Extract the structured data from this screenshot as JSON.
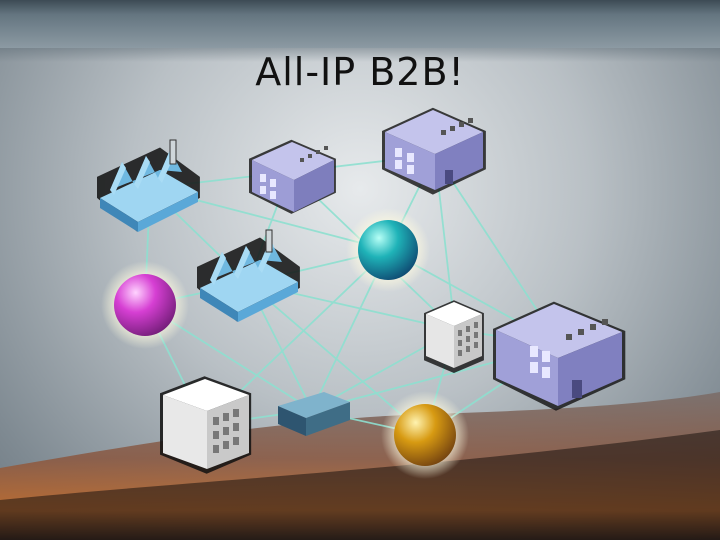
{
  "slide": {
    "title": "All-IP B2B!"
  },
  "nodes": [
    {
      "id": "factory-1",
      "icon": "factory-icon"
    },
    {
      "id": "factory-2",
      "icon": "factory-icon"
    },
    {
      "id": "office-small",
      "icon": "office-building-icon"
    },
    {
      "id": "office-top",
      "icon": "office-building-icon"
    },
    {
      "id": "office-right",
      "icon": "office-building-icon"
    },
    {
      "id": "tower-small",
      "icon": "tower-building-icon"
    },
    {
      "id": "tower-large",
      "icon": "tower-building-icon"
    },
    {
      "id": "network-switch",
      "icon": "network-switch-icon"
    },
    {
      "id": "sphere-teal",
      "icon": "sphere-icon",
      "color": "#1fb3b8"
    },
    {
      "id": "sphere-magenta",
      "icon": "sphere-icon",
      "color": "#d63fd3"
    },
    {
      "id": "sphere-gold",
      "icon": "sphere-icon",
      "color": "#d79a12"
    }
  ],
  "colors": {
    "link": "#8ee0d0",
    "factory": "#6fb8e0",
    "office": "#a6a6dc",
    "tower": "#f2f2f2",
    "switch": "#3f6d86"
  }
}
